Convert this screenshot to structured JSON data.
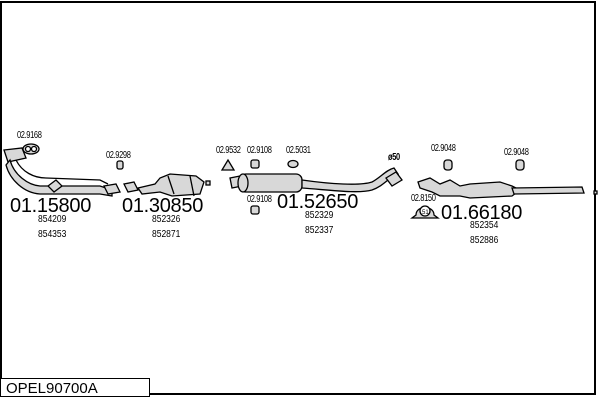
{
  "diagram_code": "OPEL90700A",
  "assemblies": [
    {
      "part_number": "01.15800",
      "oem_refs": [
        "854209",
        "854353"
      ],
      "name": "front-pipe"
    },
    {
      "part_number": "01.30850",
      "oem_refs": [
        "852326",
        "852871"
      ],
      "name": "catalytic-converter"
    },
    {
      "part_number": "01.52650",
      "oem_refs": [
        "852329",
        "852337"
      ],
      "name": "middle-silencer"
    },
    {
      "part_number": "01.66180",
      "oem_refs": [
        "852354",
        "852886"
      ],
      "name": "rear-silencer"
    }
  ],
  "accessories": {
    "gasket_front": "02.9168",
    "hanger_1": "02.9298",
    "clamp_1": "02.9532",
    "hanger_2": "02.9108",
    "hanger_3": "02.5031",
    "hanger_4": "02.9108",
    "hanger_5": "02.9048",
    "hanger_6": "02.9048",
    "clamp_2": "02.8150",
    "clamp_2_label": "51"
  },
  "diameter_note": "ø50"
}
